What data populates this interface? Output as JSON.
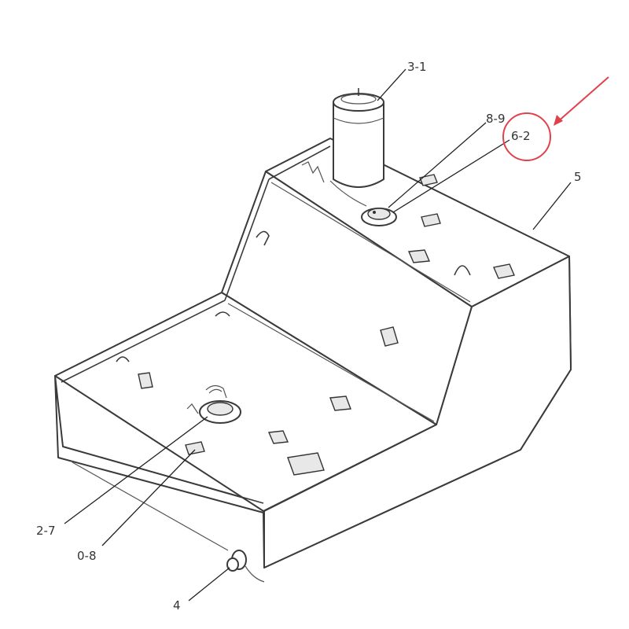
{
  "labels": {
    "part_3_1": "3-1",
    "part_8_9": "8-9",
    "part_6_2": "6-2",
    "part_5": "5",
    "part_2_7": "2-7",
    "part_0_8": "0-8",
    "part_4": "4"
  },
  "highlight": {
    "color": "#e0424b",
    "target": "6-2"
  },
  "colors": {
    "line": "#3a3a3a",
    "background": "#ffffff"
  }
}
